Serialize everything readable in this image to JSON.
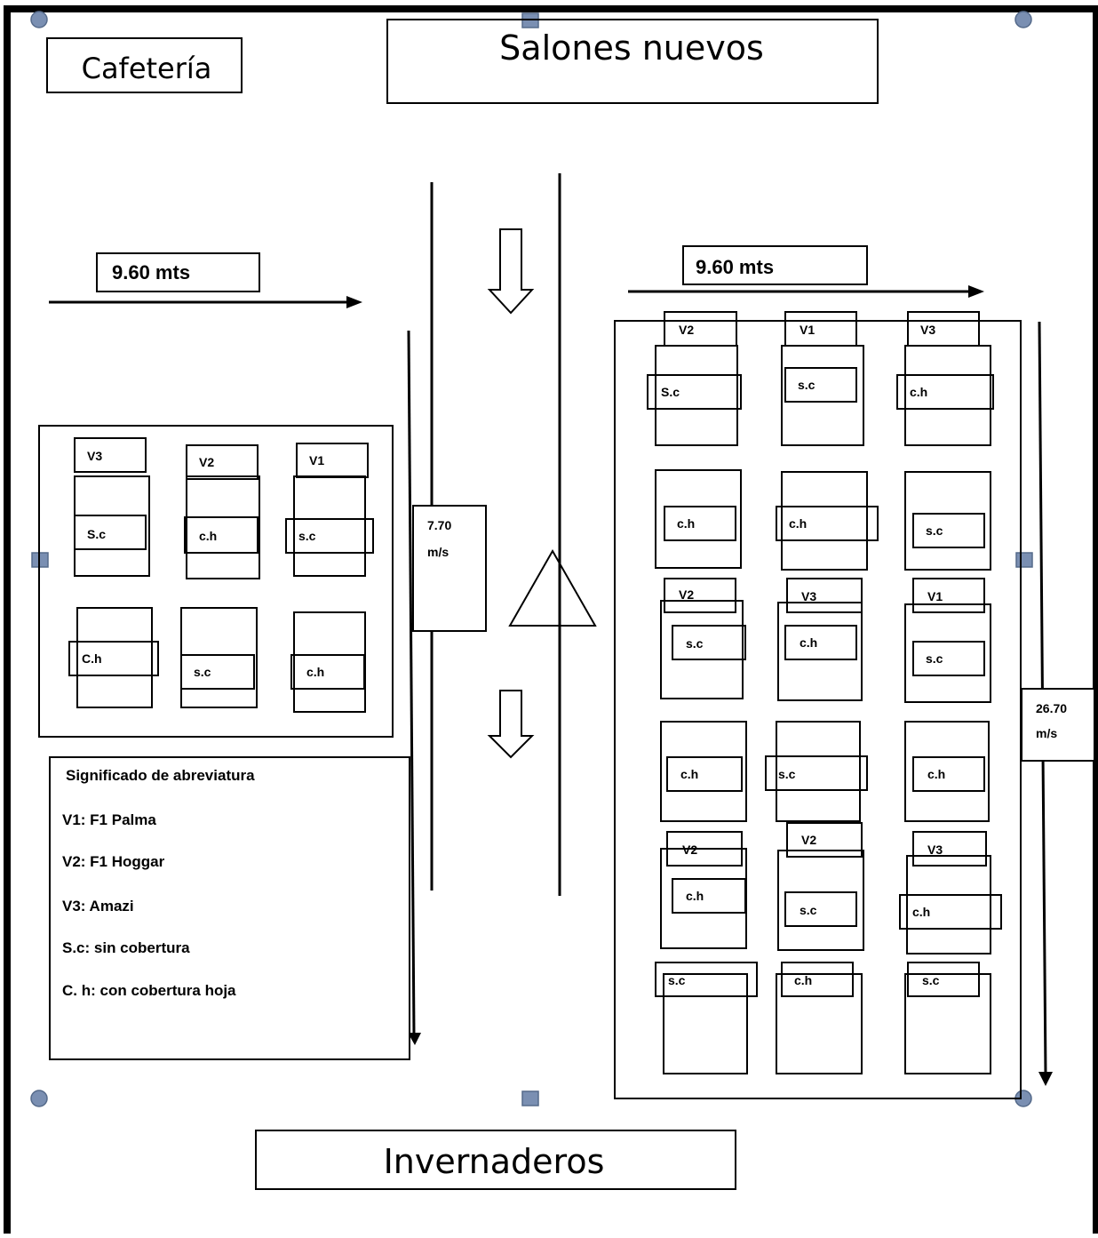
{
  "top": {
    "cafeteria": "Cafetería",
    "salones": "Salones nuevos"
  },
  "bottom": {
    "invernaderos": "Invernaderos"
  },
  "dimensions": {
    "left_width": "9.60 mts",
    "right_width": "9.60 mts",
    "left_length_line1": "7.70",
    "left_length_line2": "m/s",
    "right_length_line1": "26.70",
    "right_length_line2": "m/s"
  },
  "legend": {
    "title": "Significado  de abreviatura",
    "items": [
      "V1: F1  Palma",
      "V2: F1  Hoggar",
      "V3: Amazi",
      "S.c: sin cobertura",
      "C. h: con cobertura hoja"
    ]
  },
  "left_plot": {
    "labels": [
      "V3",
      "S.c",
      "V2",
      "c.h",
      "V1",
      "s.c",
      "C.h",
      "s.c",
      "c.h"
    ]
  },
  "right_plot": {
    "labels": [
      "V2",
      "S.c",
      "V1",
      "s.c",
      "V3",
      "c.h",
      "c.h",
      "c.h",
      "s.c",
      "V2",
      "s.c",
      "V3",
      "c.h",
      "V1",
      "s.c",
      "c.h",
      "s.c",
      "c.h",
      "V2",
      "c.h",
      "V2",
      "s.c",
      "V3",
      "c.h",
      "s.c",
      "c.h",
      "s.c"
    ]
  }
}
